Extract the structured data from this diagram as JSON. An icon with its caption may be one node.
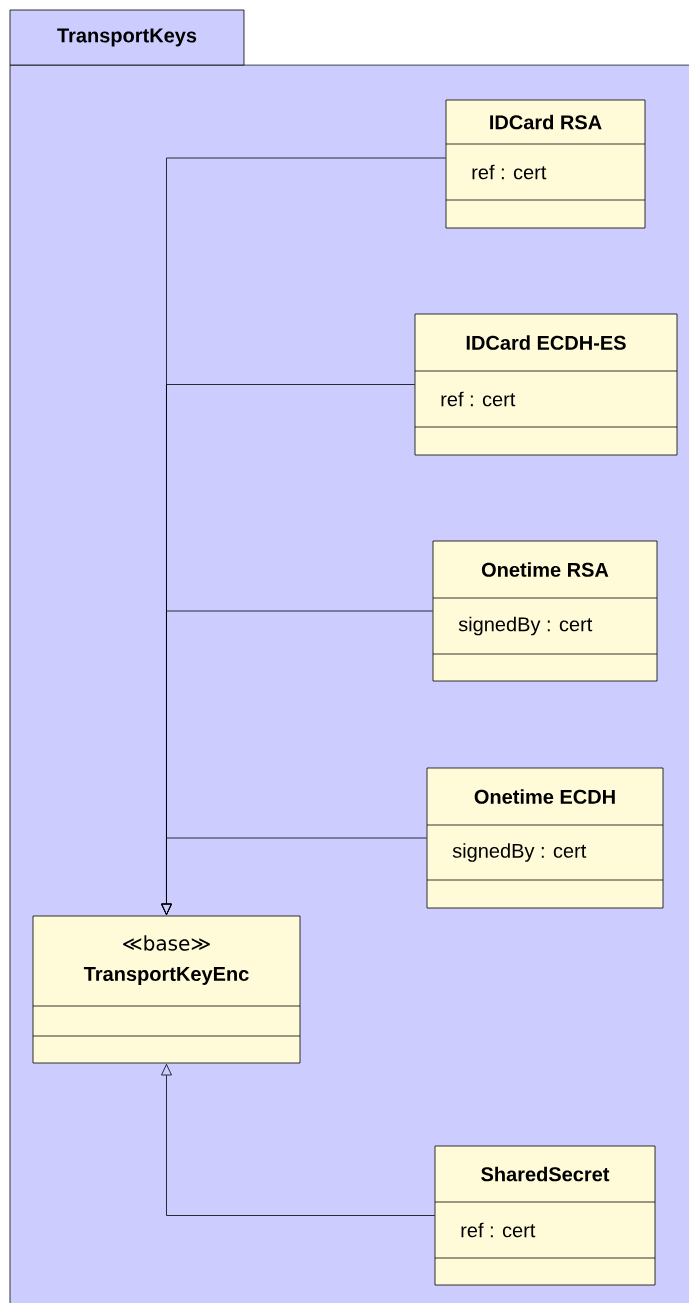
{
  "diagram": {
    "nodes": [
      {
        "text": [
          "TransportKeys"
        ]
      },
      {
        "text": [
          "IDCard RSA",
          "ref : cert"
        ],
        "in": 0
      },
      {
        "text": [
          "IDCard ECDH-ES",
          "ref : cert"
        ],
        "in": 0
      },
      {
        "text": [
          "Onetime RSA",
          "signedBy : cert"
        ],
        "in": 0
      },
      {
        "text": [
          "Onetime ECDH",
          "signedBy : cert"
        ],
        "in": 0
      },
      {
        "text": [
          "≪base≫",
          "TransportKeyEnc"
        ],
        "in": 0
      },
      {
        "text": [
          "SharedSecret",
          "ref : cert"
        ],
        "in": 0
      }
    ],
    "edges": [
      {
        "from": 1,
        "to": 5,
        "arrow": "to"
      },
      {
        "from": 2,
        "to": 5,
        "arrow": "to"
      },
      {
        "from": 3,
        "to": 5,
        "arrow": "to"
      },
      {
        "from": 4,
        "to": 5,
        "arrow": "to"
      },
      {
        "from": 6,
        "to": 5,
        "arrow": "to"
      }
    ]
  }
}
